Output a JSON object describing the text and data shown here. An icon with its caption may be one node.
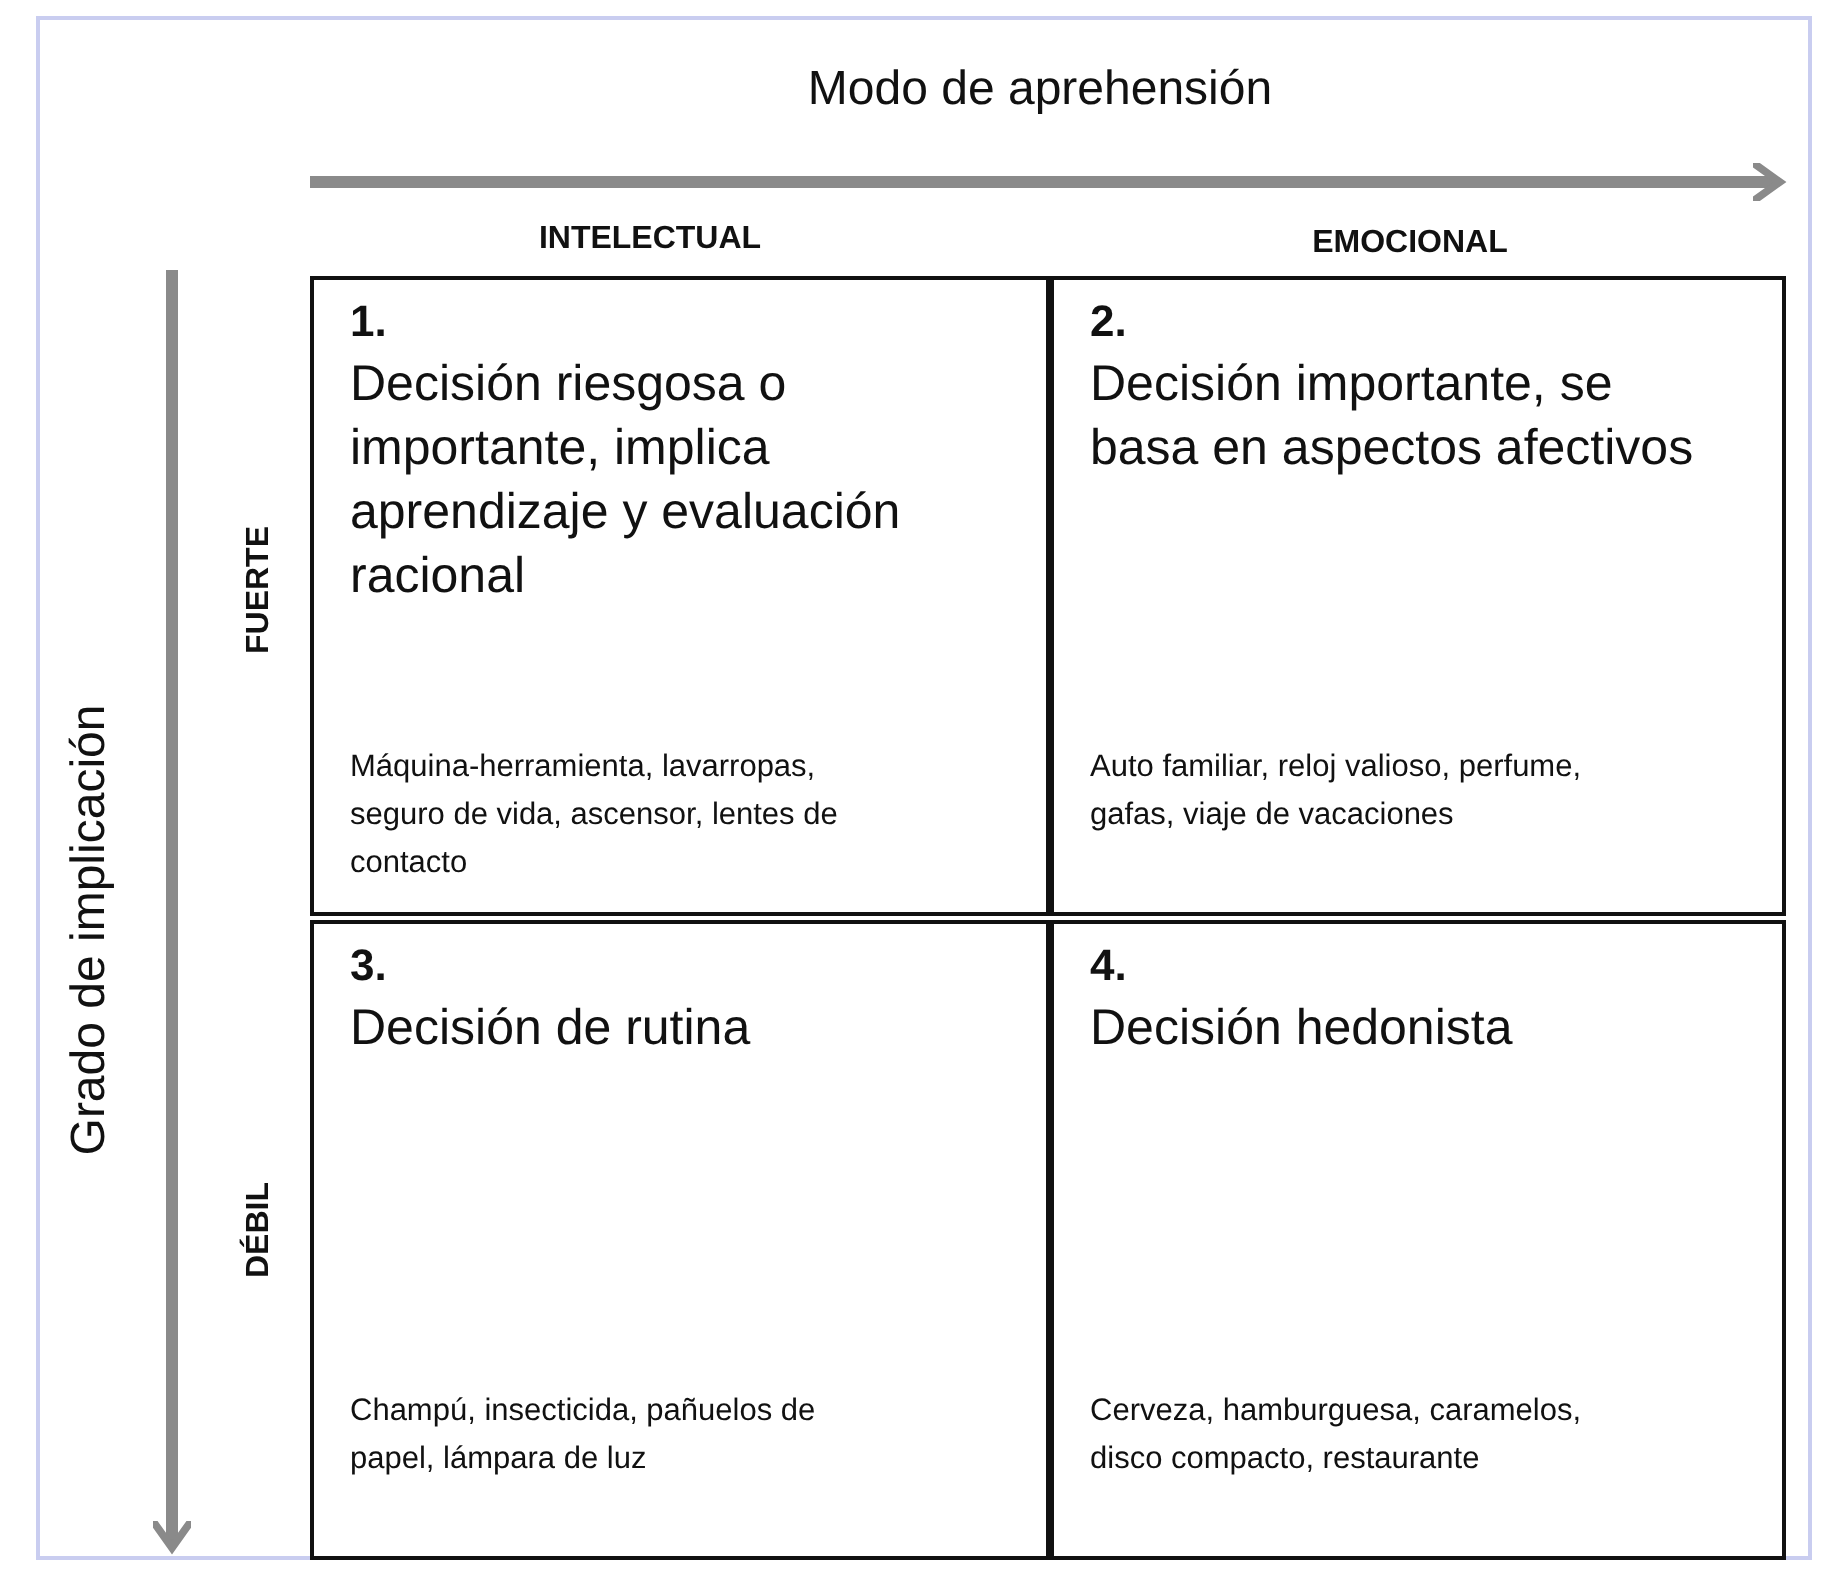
{
  "diagram": {
    "nodes": [
      {
        "text": [
          "1.",
          "Decisión riesgosa o importante, implica aprendizaje y evaluación racional",
          "Máquina-herramienta, lavarropas, seguro de vida, ascensor, lentes de contacto"
        ]
      },
      {
        "text": [
          "2.",
          "Decisión importante, se basa en aspectos afectivos",
          "Auto familiar, reloj valioso, perfume, gafas, viaje de vacaciones"
        ]
      },
      {
        "text": [
          "3.",
          "Decisión de rutina",
          "Champú, insecticida, pañuelos de papel, lámpara de luz"
        ]
      },
      {
        "text": [
          "4.",
          "Decisión hedonista",
          "Cerveza, hamburguesa, caramelos, disco compacto, restaurante"
        ]
      }
    ],
    "edges": [],
    "labels": [
      "Modo de aprehensión",
      "INTELECTUAL",
      "EMOCIONAL",
      "Grado de implicación",
      "FUERTE",
      "DÉBIL"
    ]
  }
}
